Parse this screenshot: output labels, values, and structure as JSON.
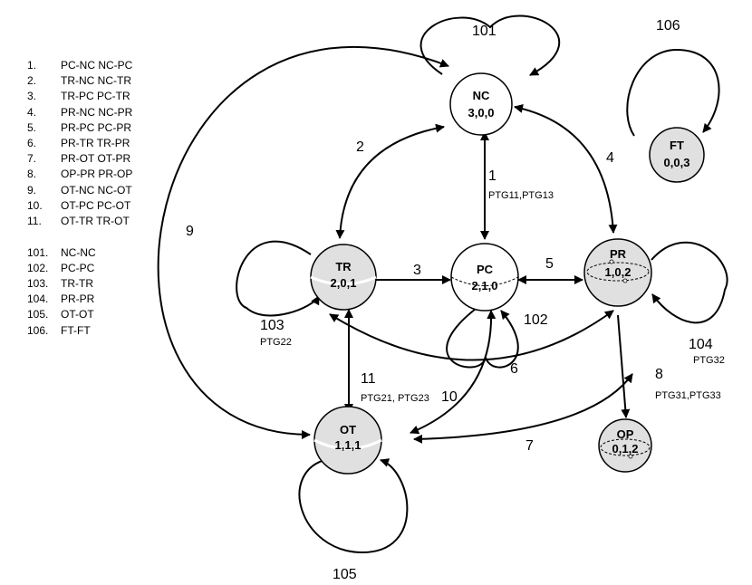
{
  "legend": {
    "transitions": [
      {
        "num": "1.",
        "text": "PC-NC NC-PC"
      },
      {
        "num": "2.",
        "text": "TR-NC NC-TR"
      },
      {
        "num": "3.",
        "text": "TR-PC PC-TR"
      },
      {
        "num": "4.",
        "text": "PR-NC NC-PR"
      },
      {
        "num": "5.",
        "text": "PR-PC PC-PR"
      },
      {
        "num": "6.",
        "text": "PR-TR TR-PR"
      },
      {
        "num": "7.",
        "text": "PR-OT OT-PR"
      },
      {
        "num": "8.",
        "text": "OP-PR PR-OP"
      },
      {
        "num": "9.",
        "text": "OT-NC NC-OT"
      },
      {
        "num": "10.",
        "text": "OT-PC PC-OT"
      },
      {
        "num": "11.",
        "text": "OT-TR TR-OT"
      }
    ],
    "self_loops": [
      {
        "num": "101.",
        "text": "NC-NC"
      },
      {
        "num": "102.",
        "text": "PC-PC"
      },
      {
        "num": "103.",
        "text": "TR-TR"
      },
      {
        "num": "104.",
        "text": "PR-PR"
      },
      {
        "num": "105.",
        "text": "OT-OT"
      },
      {
        "num": "106.",
        "text": "FT-FT"
      }
    ]
  },
  "nodes": {
    "nc": {
      "name": "NC",
      "values": "3,0,0"
    },
    "pc": {
      "name": "PC",
      "values": "2,1,0"
    },
    "tr": {
      "name": "TR",
      "values": "2,0,1"
    },
    "pr": {
      "name": "PR",
      "values": "1,0,2"
    },
    "ot": {
      "name": "OT",
      "values": "1,1,1"
    },
    "op": {
      "name": "OP",
      "values": "0,1,2"
    },
    "ft": {
      "name": "FT",
      "values": "0,0,3"
    }
  },
  "edge_labels": {
    "e1": "1",
    "e2": "2",
    "e3": "3",
    "e4": "4",
    "e5": "5",
    "e6": "6",
    "e7": "7",
    "e8": "8",
    "e9": "9",
    "e10": "10",
    "e11": "11",
    "l101": "101",
    "l102": "102",
    "l103": "103",
    "l104": "104",
    "l105": "105",
    "l106": "106"
  },
  "ptg_labels": {
    "e1": "PTG11,PTG13",
    "e11": "PTG21, PTG23",
    "l103": "PTG22",
    "l104": "PTG32",
    "e8": "PTG31,PTG33"
  },
  "colors": {
    "node_fill_white": "#ffffff",
    "node_fill_gray": "#e0e0e0",
    "stroke": "#000000"
  }
}
